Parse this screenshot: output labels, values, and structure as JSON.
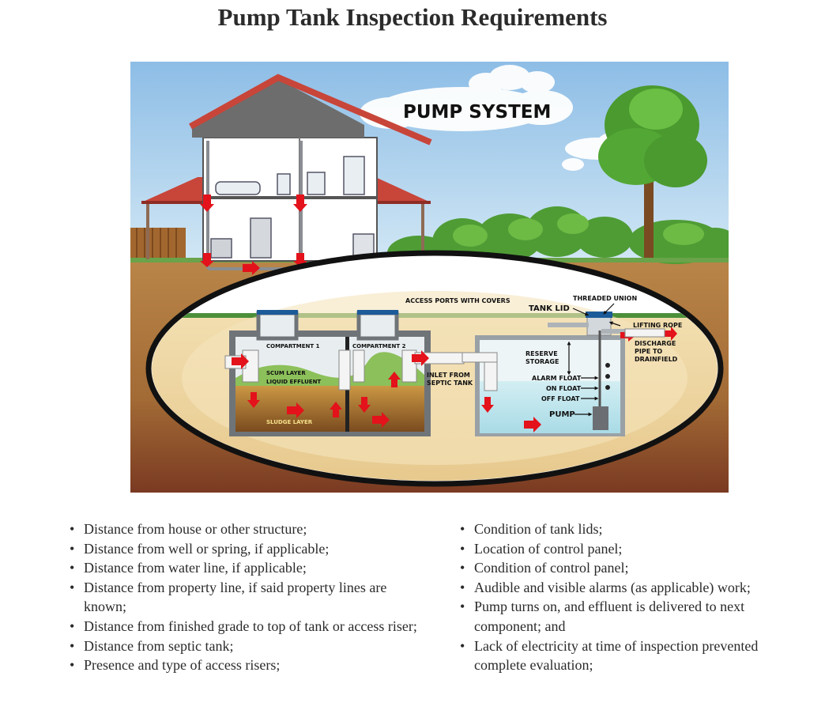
{
  "page_title": "Pump Tank Inspection Requirements",
  "diagram": {
    "heading": "PUMP SYSTEM",
    "labels": {
      "access_ports": "ACCESS PORTS WITH COVERS",
      "tank_lid": "TANK LID",
      "threaded_union": "THREADED UNION",
      "lifting_rope": "LIFTING ROPE",
      "discharge": "DISCHARGE",
      "pipe_to": "PIPE TO",
      "drainfield": "DRAINFIELD",
      "compartment1": "COMPARTMENT 1",
      "compartment2": "COMPARTMENT 2",
      "scum_layer": "SCUM LAYER",
      "liquid_effluent": "LIQUID EFFLUENT",
      "sludge_layer": "SLUDGE LAYER",
      "inlet_from": "INLET FROM",
      "septic_tank": "SEPTIC TANK",
      "reserve": "RESERVE",
      "storage": "STORAGE",
      "alarm_float": "ALARM FLOAT",
      "on_float": "ON FLOAT",
      "off_float": "OFF FLOAT",
      "pump": "PUMP"
    },
    "colors": {
      "sky": "#9fc7ea",
      "ground": "#b0783f",
      "water": "#bfe6ee",
      "arrow": "#e3121b",
      "grass": "#5fae3a",
      "roof": "#c8453a"
    }
  },
  "left_list": [
    "Distance from house or other structure;",
    "Distance from well or spring, if applicable;",
    "Distance from water line, if applicable;",
    "Distance from property line, if said property lines are known;",
    "Distance from finished grade to top of tank or access riser;",
    "Distance from septic tank;",
    "Presence and type of access risers;"
  ],
  "right_list": [
    "Condition of tank lids;",
    "Location of control panel;",
    "Condition of control panel;",
    "Audible and visible alarms (as applicable) work;",
    "Pump turns on, and effluent is delivered to next component; and",
    "Lack of electricity at time of inspection prevented complete evaluation;"
  ]
}
